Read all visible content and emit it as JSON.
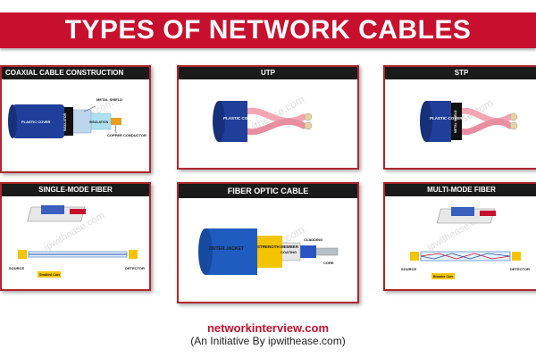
{
  "title": "TYPES OF NETWORK CABLES",
  "watermark": "ipwithease.com",
  "panels": {
    "coaxial": {
      "title": "COAXIAL CABLE CONSTRUCTION",
      "labels": {
        "plastic_cover": "PLASTIC COVER",
        "metal_shield": "METAL SHIELD",
        "insulator": "INSULATOR",
        "insulation": "INSULATION",
        "copper_conductor": "COPPER CONDUCTOR"
      }
    },
    "utp": {
      "title": "UTP",
      "labels": {
        "plastic_cover": "PLASTIC COVER"
      }
    },
    "stp": {
      "title": "STP",
      "labels": {
        "plastic_cover": "PLASTIC COVER",
        "metal_shield": "METAL SHIELD"
      }
    },
    "single_mode": {
      "title": "SINGLE-MODE FIBER",
      "labels": {
        "source": "SOURCE",
        "detector": "DETECTOR",
        "core": "Smallest Core"
      }
    },
    "fiber_optic": {
      "title": "FIBER OPTIC CABLE",
      "labels": {
        "outer_jacket": "OUTER JACKET",
        "strength_member": "STRENGTH MEMBER",
        "coating": "COATING",
        "cladding": "CLADDING",
        "core": "CORE"
      }
    },
    "multi_mode": {
      "title": "MULTI-MODE FIBER",
      "labels": {
        "source": "SOURCE",
        "detector": "DETECTOR",
        "core": "Broader Core"
      }
    }
  },
  "footer": {
    "site": "networkinterview.com",
    "tagline": "(An Initiative By ipwithease.com)"
  },
  "colors": {
    "banner": "#c8102e",
    "panel_border": "#b0272d",
    "header_bg": "#1a1a1a",
    "cable_blue": "#1f3f9a",
    "copper": "#e8a020",
    "pink_wire": "#f2a6b4",
    "fiber_yellow": "#f5c400"
  }
}
